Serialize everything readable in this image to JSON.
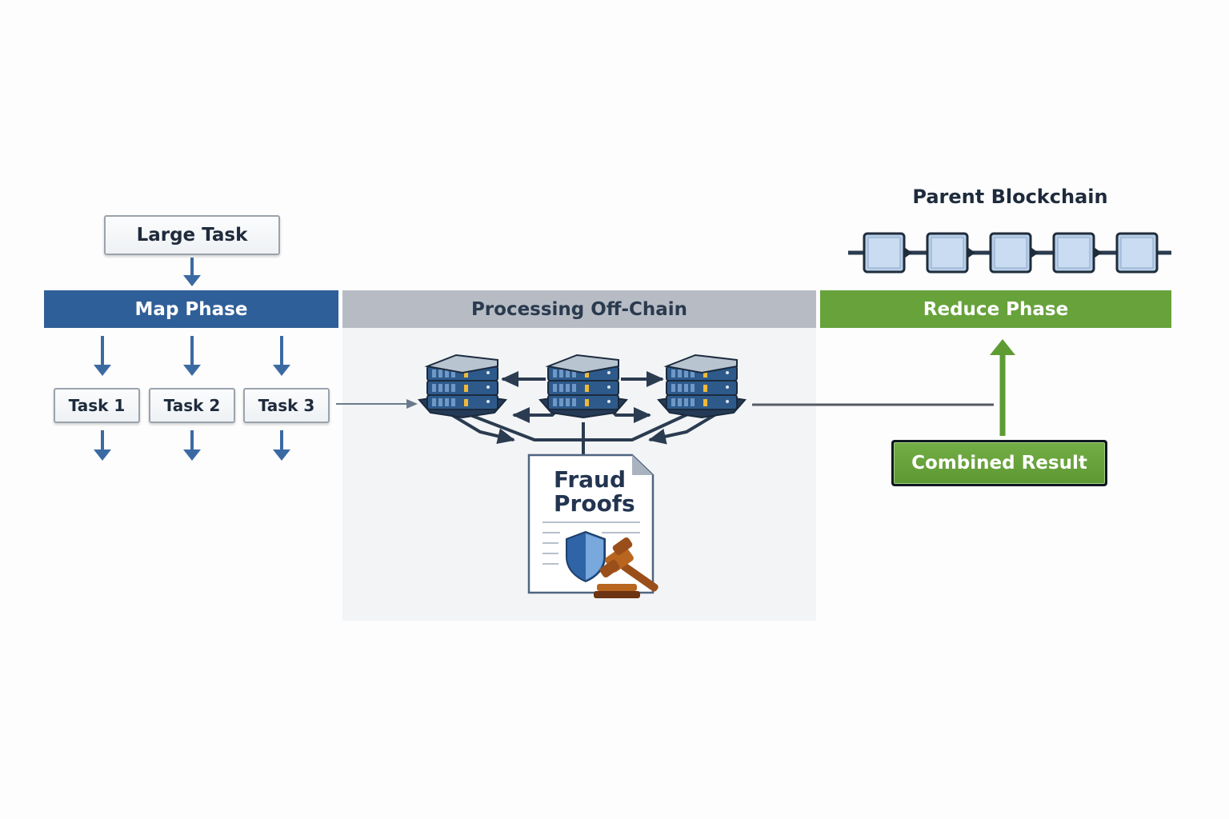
{
  "diagram": {
    "input": {
      "label": "Large Task"
    },
    "phases": [
      {
        "id": "map",
        "label": "Map Phase",
        "color": "#2f5f98"
      },
      {
        "id": "processing",
        "label": "Processing Off-Chain",
        "color": "#b7bcc4"
      },
      {
        "id": "reduce",
        "label": "Reduce Phase",
        "color": "#67a23b"
      }
    ],
    "tasks": [
      {
        "label": "Task 1"
      },
      {
        "label": "Task 2"
      },
      {
        "label": "Task 3"
      }
    ],
    "processing": {
      "nodes": [
        "server-node-1",
        "server-node-2",
        "server-node-3"
      ],
      "document": {
        "line1": "Fraud",
        "line2": "Proofs",
        "icons": [
          "shield-icon",
          "gavel-icon"
        ]
      }
    },
    "blockchain": {
      "title": "Parent Blockchain",
      "block_count": 5
    },
    "output": {
      "label": "Combined Result"
    },
    "colors": {
      "accent_blue": "#2f5f98",
      "accent_green": "#67a23b",
      "dark_text": "#1e2b3c",
      "server_blue": "#2d5a8a"
    }
  }
}
